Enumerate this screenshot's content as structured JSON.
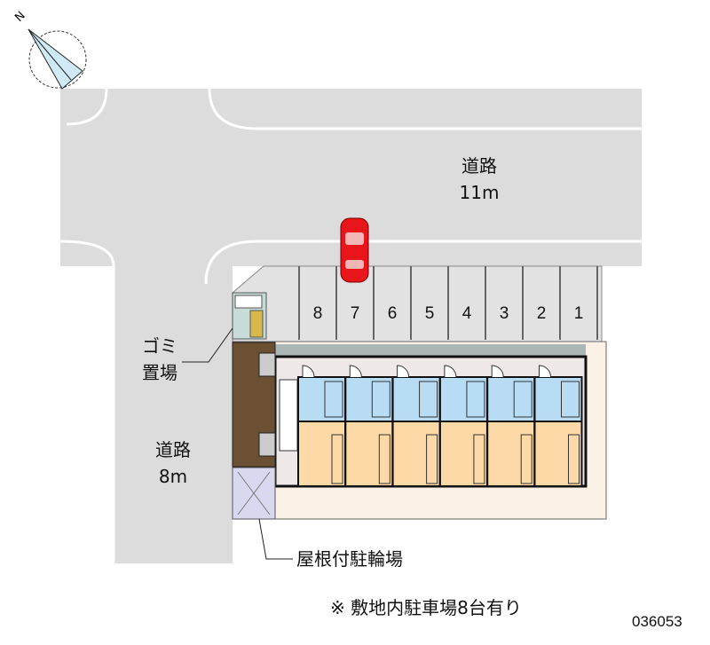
{
  "compass": {
    "label": "N"
  },
  "roads": {
    "main": {
      "name": "道路",
      "width": "11m"
    },
    "side": {
      "name": "道路",
      "width": "8m"
    }
  },
  "parking": {
    "stalls": [
      "8",
      "7",
      "6",
      "5",
      "4",
      "3",
      "2",
      "1"
    ]
  },
  "labels": {
    "garbage_line1": "ゴミ",
    "garbage_line2": "置場",
    "bicycle": "屋根付駐輪場",
    "note": "※ 敷地内駐車場8台有り",
    "code": "036053"
  },
  "colors": {
    "road": "#dcdcdc",
    "lot": "#fbf1e6",
    "wet_area": "#b9dcf5",
    "room": "#fcd9a6",
    "car": "#e8151b"
  }
}
